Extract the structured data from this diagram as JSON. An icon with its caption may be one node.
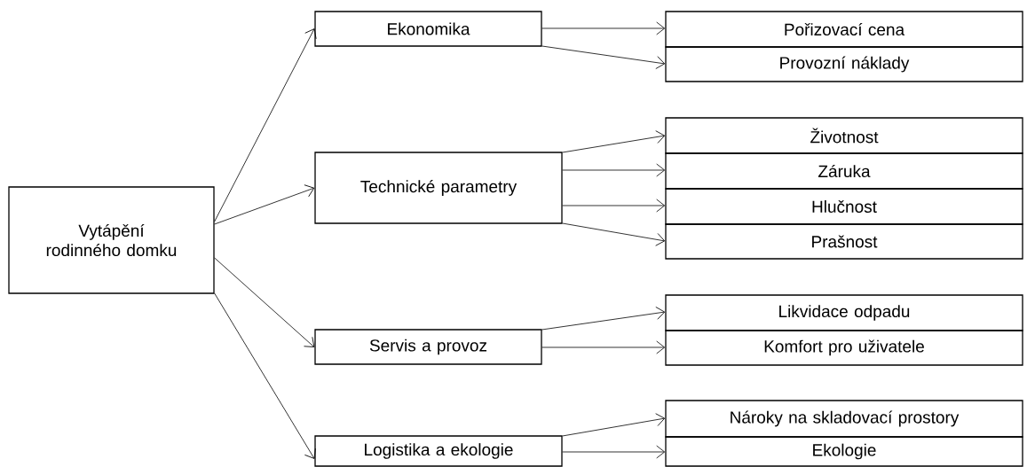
{
  "diagram": {
    "nodes": [
      {
        "text": [
          "Vytápění rodinného domku"
        ]
      },
      {
        "text": [
          "Ekonomika"
        ]
      },
      {
        "text": [
          "Technické parametry"
        ]
      },
      {
        "text": [
          "Servis a provoz"
        ]
      },
      {
        "text": [
          "Logistika a ekologie"
        ]
      },
      {
        "text": [
          "Pořizovací cena"
        ]
      },
      {
        "text": [
          "Provozní náklady"
        ]
      },
      {
        "text": [
          "Životnost"
        ]
      },
      {
        "text": [
          "Záruka"
        ]
      },
      {
        "text": [
          "Hlučnost"
        ]
      },
      {
        "text": [
          "Prašnost"
        ]
      },
      {
        "text": [
          "Likvidace odpadu"
        ]
      },
      {
        "text": [
          "Komfort pro uživatele"
        ]
      },
      {
        "text": [
          "Nároky na skladovací prostory"
        ]
      },
      {
        "text": [
          "Ekologie"
        ]
      }
    ],
    "edges": [
      {
        "from": 0,
        "to": 1,
        "arrow": "to"
      },
      {
        "from": 0,
        "to": 2,
        "arrow": "to"
      },
      {
        "from": 0,
        "to": 3,
        "arrow": "to"
      },
      {
        "from": 0,
        "to": 4,
        "arrow": "to"
      },
      {
        "from": 1,
        "to": 5,
        "arrow": "to"
      },
      {
        "from": 1,
        "to": 6,
        "arrow": "to"
      },
      {
        "from": 2,
        "to": 7,
        "arrow": "to"
      },
      {
        "from": 2,
        "to": 8,
        "arrow": "to"
      },
      {
        "from": 2,
        "to": 9,
        "arrow": "to"
      },
      {
        "from": 2,
        "to": 10,
        "arrow": "to"
      },
      {
        "from": 3,
        "to": 11,
        "arrow": "to"
      },
      {
        "from": 3,
        "to": 12,
        "arrow": "to"
      },
      {
        "from": 4,
        "to": 13,
        "arrow": "to"
      },
      {
        "from": 4,
        "to": 14,
        "arrow": "to"
      }
    ]
  }
}
